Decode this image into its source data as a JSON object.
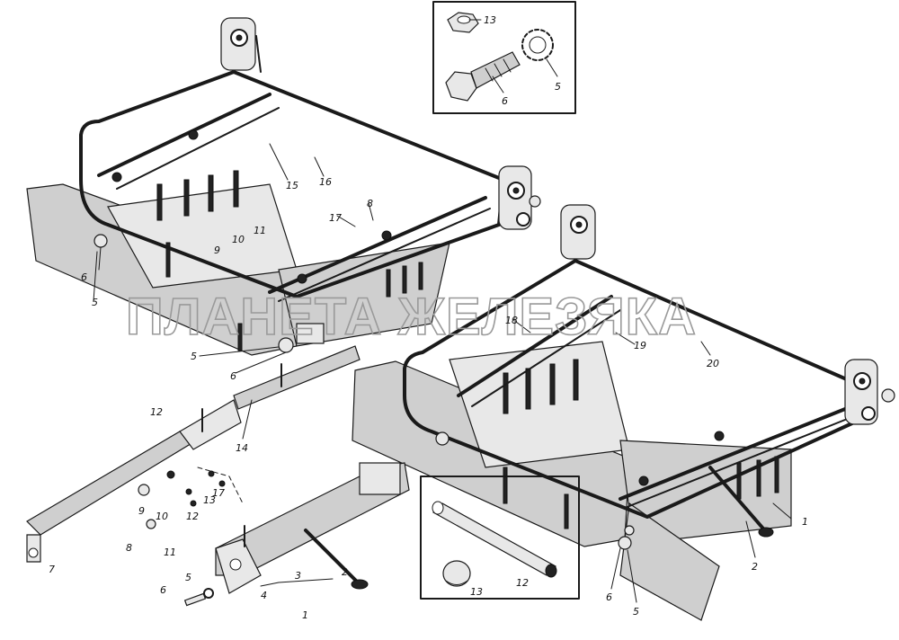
{
  "watermark": "ПЛАНЕТА ЖЕЛЕЗЯКА",
  "callouts": [
    {
      "id": "c1",
      "text": "13"
    },
    {
      "id": "c2",
      "text": "6"
    },
    {
      "id": "c3",
      "text": "5"
    },
    {
      "id": "c4",
      "text": "15"
    },
    {
      "id": "c5",
      "text": "16"
    },
    {
      "id": "c6",
      "text": "17"
    },
    {
      "id": "c7",
      "text": "8"
    },
    {
      "id": "c8",
      "text": "9"
    },
    {
      "id": "c9",
      "text": "10"
    },
    {
      "id": "c10",
      "text": "11"
    },
    {
      "id": "c11",
      "text": "6"
    },
    {
      "id": "c12",
      "text": "5"
    },
    {
      "id": "c13",
      "text": "5"
    },
    {
      "id": "c14",
      "text": "6"
    },
    {
      "id": "c15",
      "text": "18"
    },
    {
      "id": "c16",
      "text": "19"
    },
    {
      "id": "c17",
      "text": "20"
    },
    {
      "id": "c18",
      "text": "12"
    },
    {
      "id": "c19",
      "text": "14"
    },
    {
      "id": "c20",
      "text": "9"
    },
    {
      "id": "c21",
      "text": "10"
    },
    {
      "id": "c22",
      "text": "12"
    },
    {
      "id": "c23",
      "text": "13"
    },
    {
      "id": "c24",
      "text": "17"
    },
    {
      "id": "c25",
      "text": "11"
    },
    {
      "id": "c26",
      "text": "8"
    },
    {
      "id": "c27",
      "text": "7"
    },
    {
      "id": "c28",
      "text": "2"
    },
    {
      "id": "c29",
      "text": "3"
    },
    {
      "id": "c30",
      "text": "4"
    },
    {
      "id": "c31",
      "text": "5"
    },
    {
      "id": "c32",
      "text": "6"
    },
    {
      "id": "c33",
      "text": "1"
    },
    {
      "id": "c34",
      "text": "12"
    },
    {
      "id": "c35",
      "text": "13"
    },
    {
      "id": "c36",
      "text": "1"
    },
    {
      "id": "c37",
      "text": "2"
    },
    {
      "id": "c38",
      "text": "6"
    },
    {
      "id": "c39",
      "text": "5"
    }
  ]
}
